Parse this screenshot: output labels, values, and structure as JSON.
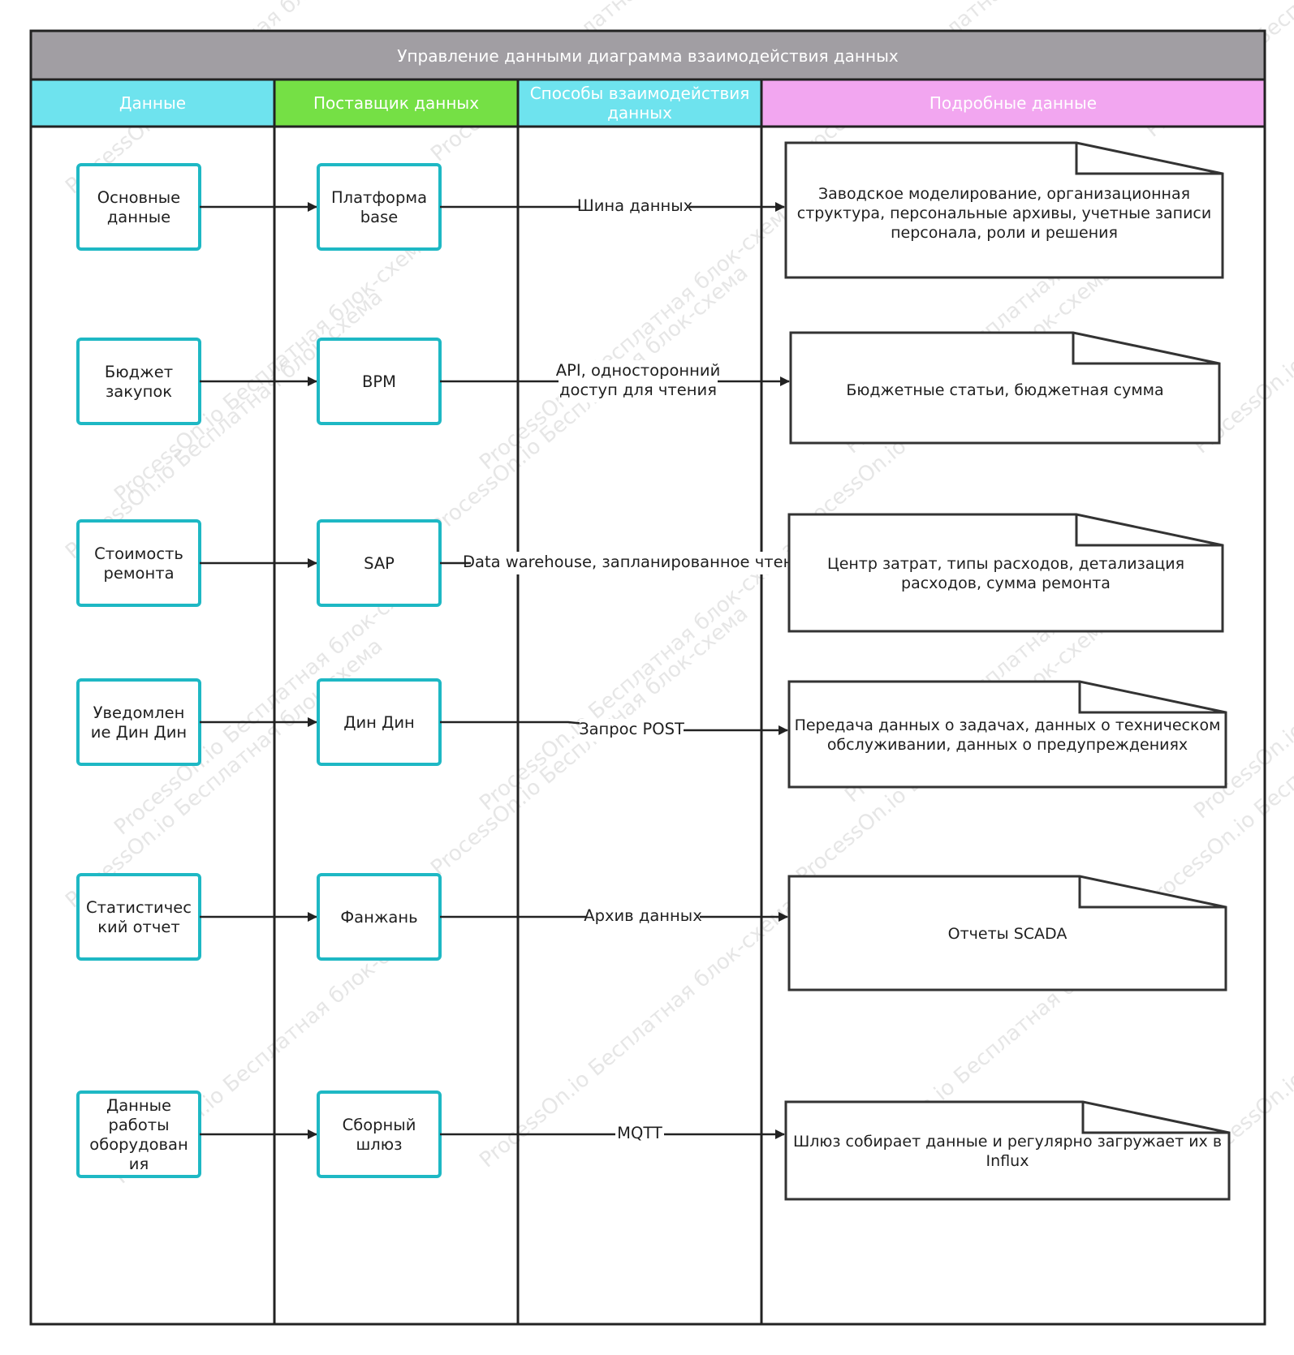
{
  "title": "Управление данными диаграмма взаимодействия данных",
  "columns": [
    {
      "label": "Данные",
      "color": "#6ee3ee"
    },
    {
      "label": "Поставщик данных",
      "color": "#75e045"
    },
    {
      "label": "Способы взаимодействия данных",
      "color": "#6ee3ee"
    },
    {
      "label": "Подробные данные",
      "color": "#f2a6f0"
    }
  ],
  "colors": {
    "title_bar": "#a19ea3",
    "node_border": "#1eb8c4",
    "line": "#222222"
  },
  "rows": [
    {
      "data": "Основные данные",
      "provider": "Платформа base",
      "method": "Шина данных",
      "detail": "Заводское моделирование, организационная структура, персональные архивы, учетные записи персонала, роли и решения"
    },
    {
      "data": "Бюджет закупок",
      "provider": "BPM",
      "method": "API, односторонний доступ для чтения",
      "detail": "Бюджетные статьи, бюджетная сумма"
    },
    {
      "data": "Стоимость ремонта",
      "provider": "SAP",
      "method": "Data warehouse, запланированное чтение",
      "detail": "Центр затрат, типы расходов, детализация расходов, сумма ремонта"
    },
    {
      "data": "Уведомление Дин Дин",
      "provider": "Дин Дин",
      "method": "Запрос POST",
      "detail": "Передача данных о задачах, данных о техническом обслуживании, данных о предупреждениях"
    },
    {
      "data": "Статистический отчет",
      "provider": "Фанжань",
      "method": "Архив данных",
      "detail": "Отчеты SCADA"
    },
    {
      "data": "Данные работы оборудования",
      "provider": "Сборный шлюз",
      "method": "MQTT",
      "detail": "Шлюз собирает данные и регулярно загружает их в Influx"
    }
  ],
  "watermark": "ProcessOn.io Бесплатная блок-схема"
}
